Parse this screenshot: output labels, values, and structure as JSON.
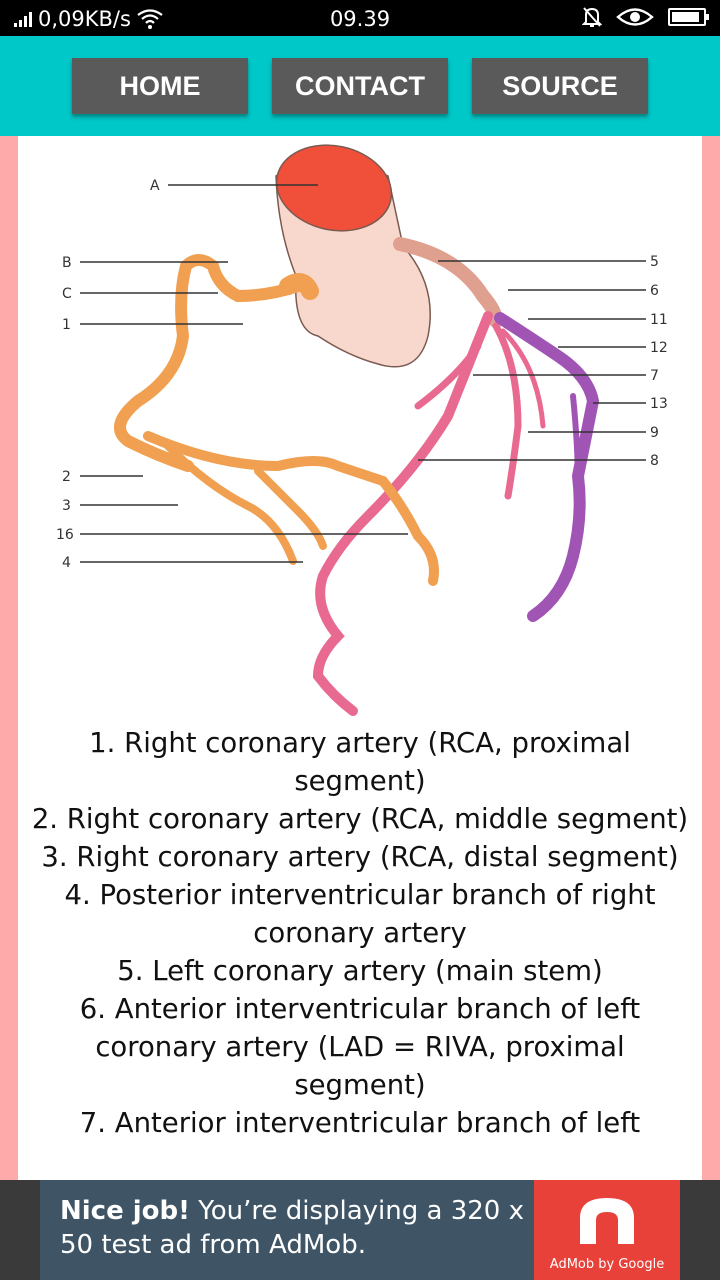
{
  "status_bar": {
    "network_speed": "0,09KB/s",
    "time": "09.39",
    "icons": [
      "signal-icon",
      "wifi-icon",
      "mute-icon",
      "eye-icon",
      "battery-icon"
    ],
    "battery_level": 0.9
  },
  "nav": {
    "buttons": [
      "HOME",
      "CONTACT",
      "SOURCE"
    ],
    "bar_color": "#00c8c8",
    "button_color": "#5a5a5a"
  },
  "diagram": {
    "left_labels": [
      "A",
      "B",
      "C",
      "1",
      "2",
      "3",
      "16",
      "4"
    ],
    "right_labels": [
      "5",
      "6",
      "11",
      "12",
      "7",
      "13",
      "9",
      "8"
    ],
    "colors": {
      "aorta": "#f0503a",
      "right_coronary": "#f0a050",
      "left_coronary": "#e86a90",
      "circumflex": "#a055b5",
      "root": "#f8d8cc"
    }
  },
  "legend": [
    "1. Right coronary artery (RCA, proximal segment)",
    "2. Right coronary artery (RCA, middle segment)",
    "3. Right coronary artery (RCA, distal segment)",
    "4. Posterior interventricular branch of right coronary artery",
    "5. Left coronary artery (main stem)",
    "6. Anterior interventricular branch of left coronary artery (LAD = RIVA, proximal segment)",
    "7. Anterior interventricular branch of left"
  ],
  "ad": {
    "headline": "Nice job!",
    "body": " You’re displaying a 320 x 50 test ad from AdMob.",
    "brand": "AdMob by Google"
  }
}
